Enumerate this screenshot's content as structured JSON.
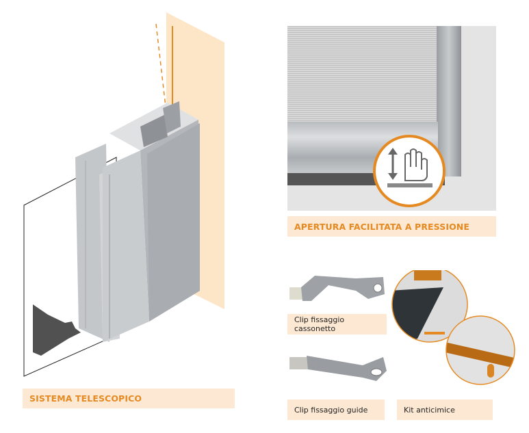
{
  "sections": {
    "telescopic": {
      "title": "SISTEMA TELESCOPICO"
    },
    "pressure_opening": {
      "title": "APERTURA FACILITATA A PRESSIONE",
      "icon": "hand-press-up-down-icon"
    },
    "clip_box": {
      "caption": "Clip fissaggio cassonetto"
    },
    "clip_guides": {
      "caption": "Clip fissaggio guide"
    },
    "anti_bug_kit": {
      "caption": "Kit anticimice"
    }
  },
  "colors": {
    "accent": "#e58a22",
    "label_bg": "#fde9d3",
    "panel": "#fde6c8",
    "aluminum": "#b8bcc0"
  }
}
